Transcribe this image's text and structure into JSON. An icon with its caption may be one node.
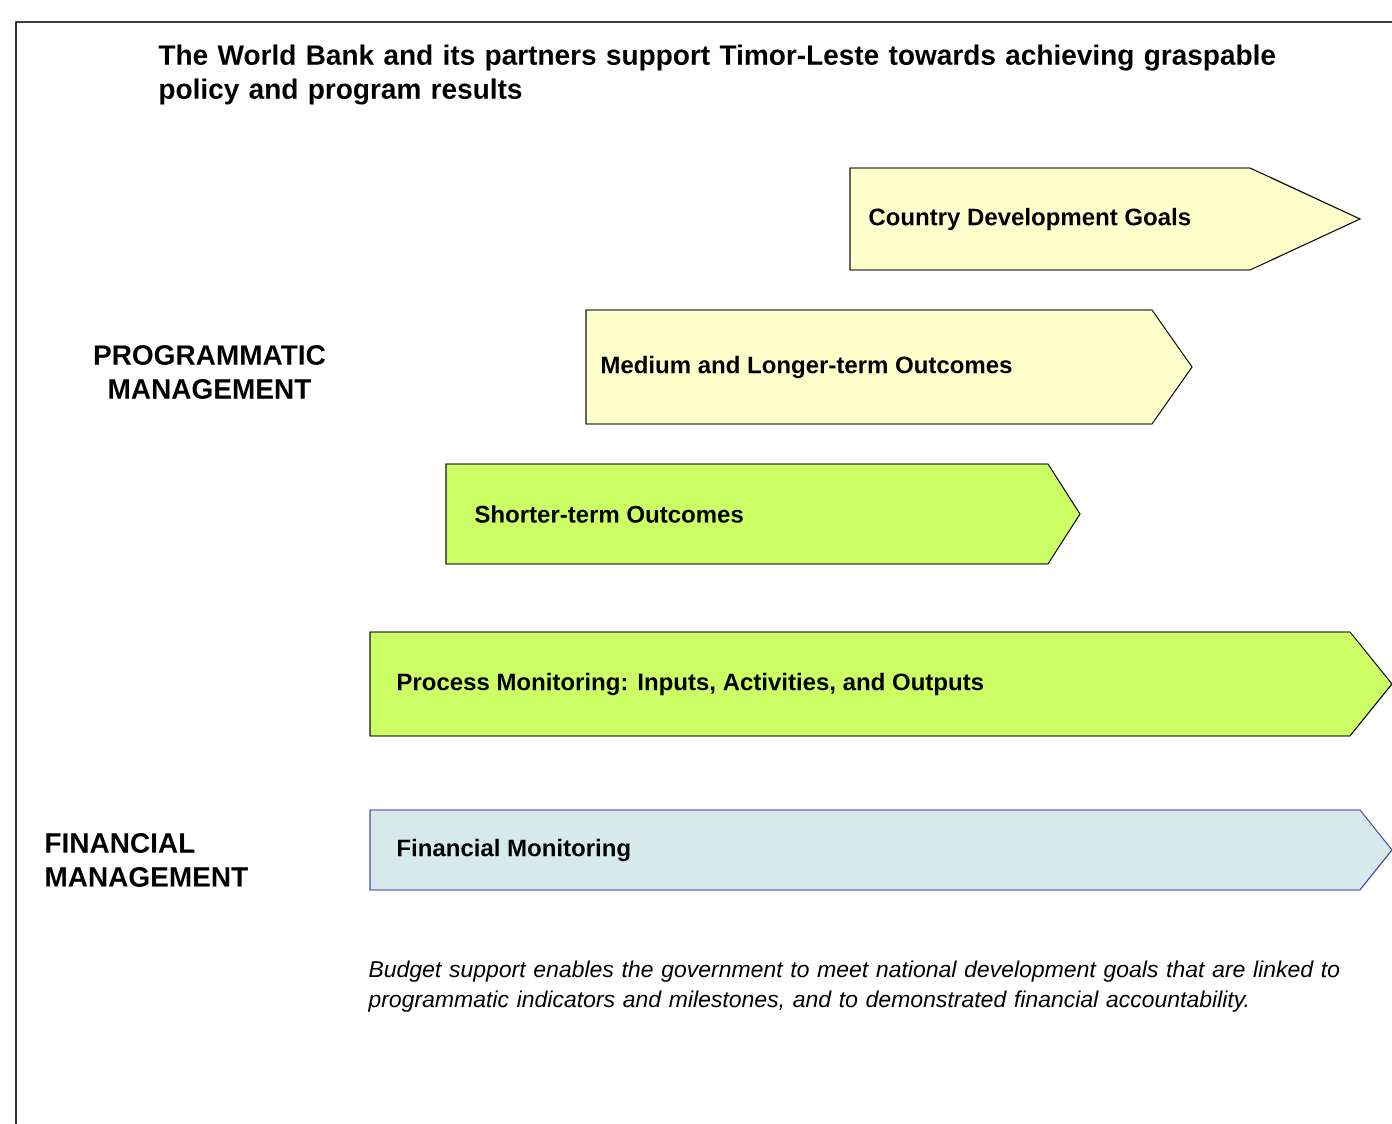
{
  "diagram": {
    "title": "The World Bank and its partners support Timor-Leste towards achieving graspable policy and program results",
    "caption": "Budget support enables the government to meet national development goals that are linked to programmatic indicators and milestones, and to demonstrated financial accountability.",
    "nodes": [
      {
        "text": [
          "Country Development Goals"
        ]
      },
      {
        "text": [
          "Medium and Longer-term Outcomes"
        ]
      },
      {
        "text": [
          "Shorter-term Outcomes"
        ]
      },
      {
        "text": [
          "Process Monitoring: Inputs, Activities, and Outputs"
        ]
      },
      {
        "text": [
          "Financial Monitoring"
        ]
      }
    ],
    "labels": [
      "PROGRAMMATIC MANAGEMENT",
      "FINANCIAL MANAGEMENT"
    ]
  }
}
